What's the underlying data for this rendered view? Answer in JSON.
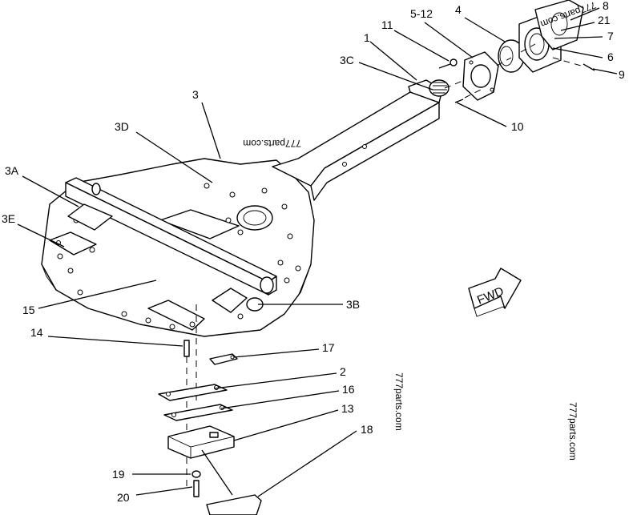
{
  "callouts": {
    "c1": "1",
    "c2": "2",
    "c3": "3",
    "c3a": "3A",
    "c3b": "3B",
    "c3c": "3C",
    "c3d": "3D",
    "c3e": "3E",
    "c4": "4",
    "c5_12": "5-12",
    "c6": "6",
    "c7": "7",
    "c8": "8",
    "c9": "9",
    "c10": "10",
    "c11": "11",
    "c13": "13",
    "c14": "14",
    "c15": "15",
    "c16": "16",
    "c17": "17",
    "c18": "18",
    "c19": "19",
    "c20": "20",
    "c21": "21"
  },
  "watermarks": {
    "top_right": "777parts.com",
    "upper_center": "777parts.com",
    "center_vertical": "777parts.com",
    "lower_right": "777parts.com"
  },
  "direction_arrow": {
    "label": "FWD"
  }
}
